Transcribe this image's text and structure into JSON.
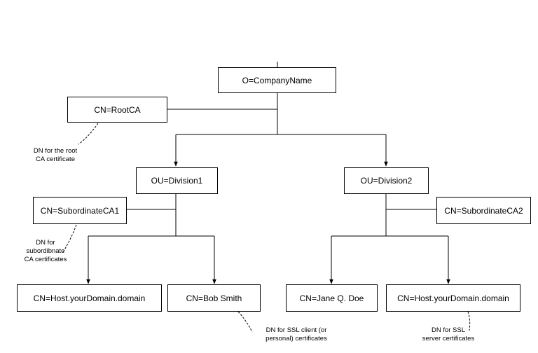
{
  "nodes": {
    "o_company": "O=CompanyName",
    "cn_rootca": "CN=RootCA",
    "ou_division1": "OU=Division1",
    "ou_division2": "OU=Division2",
    "cn_subordinateca1": "CN=SubordinateCA1",
    "cn_subordinateca2": "CN=SubordinateCA2",
    "cn_host_left": "CN=Host.yourDomain.domain",
    "cn_bob_smith": "CN=Bob Smith",
    "cn_jane_doe": "CN=Jane Q. Doe",
    "cn_host_right": "CN=Host.yourDomain.domain"
  },
  "notes": {
    "root_ca": {
      "line1": "DN for the root",
      "line2": "CA certificate"
    },
    "subordinate_ca": {
      "line1": "DN for",
      "line2": "subordibnate",
      "line3": "CA certificates"
    },
    "ssl_client": {
      "line1": "DN for SSL client (or",
      "line2": "personal) certificates"
    },
    "ssl_server": {
      "line1": "DN for SSL",
      "line2": "server certificates"
    }
  }
}
